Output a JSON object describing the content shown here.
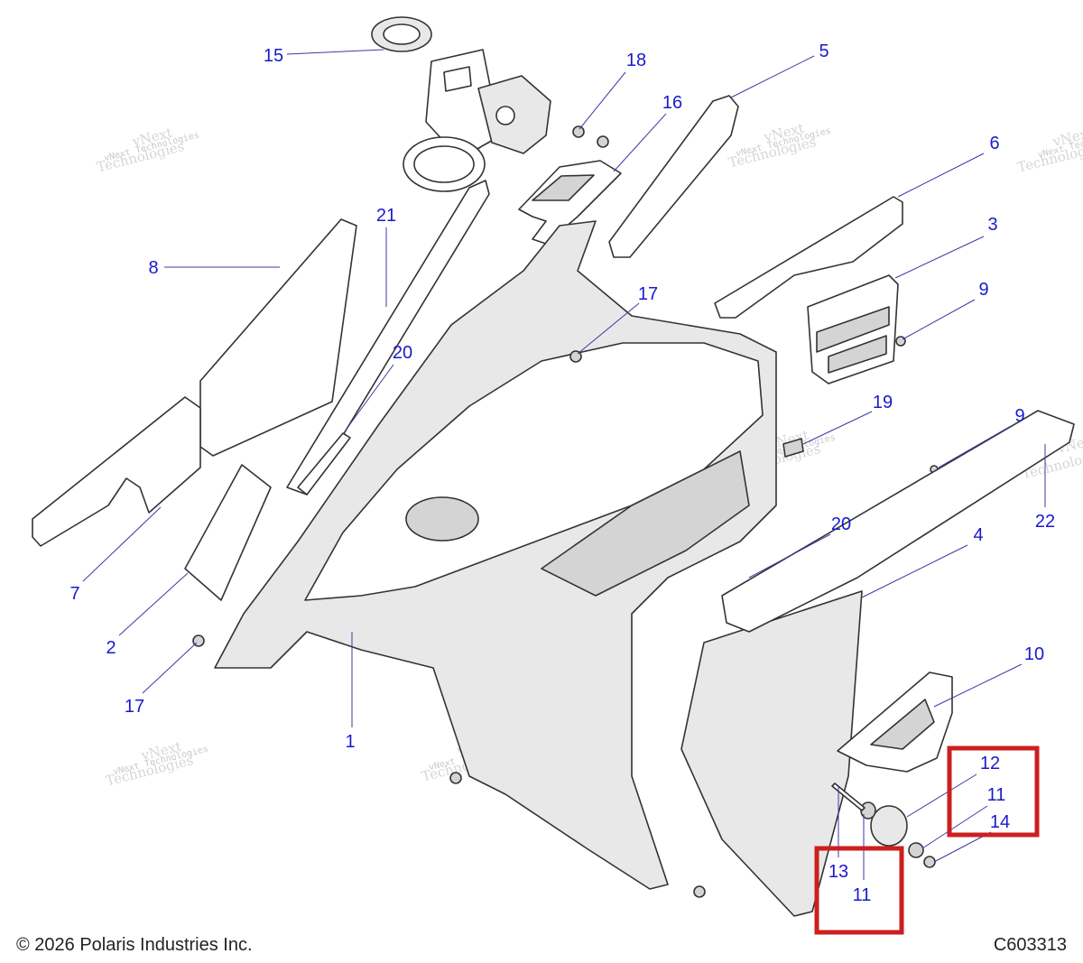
{
  "callouts": [
    {
      "label": "15"
    },
    {
      "label": "18"
    },
    {
      "label": "16"
    },
    {
      "label": "5"
    },
    {
      "label": "6"
    },
    {
      "label": "21"
    },
    {
      "label": "8"
    },
    {
      "label": "3"
    },
    {
      "label": "17"
    },
    {
      "label": "9"
    },
    {
      "label": "20"
    },
    {
      "label": "19"
    },
    {
      "label": "9"
    },
    {
      "label": "22"
    },
    {
      "label": "7"
    },
    {
      "label": "20"
    },
    {
      "label": "4"
    },
    {
      "label": "2"
    },
    {
      "label": "17"
    },
    {
      "label": "1"
    },
    {
      "label": "10"
    },
    {
      "label": "12"
    },
    {
      "label": "11"
    },
    {
      "label": "14"
    },
    {
      "label": "13"
    },
    {
      "label": "11"
    }
  ],
  "watermark": {
    "brand": "vNext",
    "company": "Technologies",
    "full": "vNext Technologies"
  },
  "footer": {
    "copyright": "© 2026 Polaris Industries Inc.",
    "figure_id": "C603313"
  },
  "colors": {
    "callout_text": "#1a1acc",
    "leader_line": "#3a3aa8",
    "highlight_box": "#cc1f1f"
  }
}
